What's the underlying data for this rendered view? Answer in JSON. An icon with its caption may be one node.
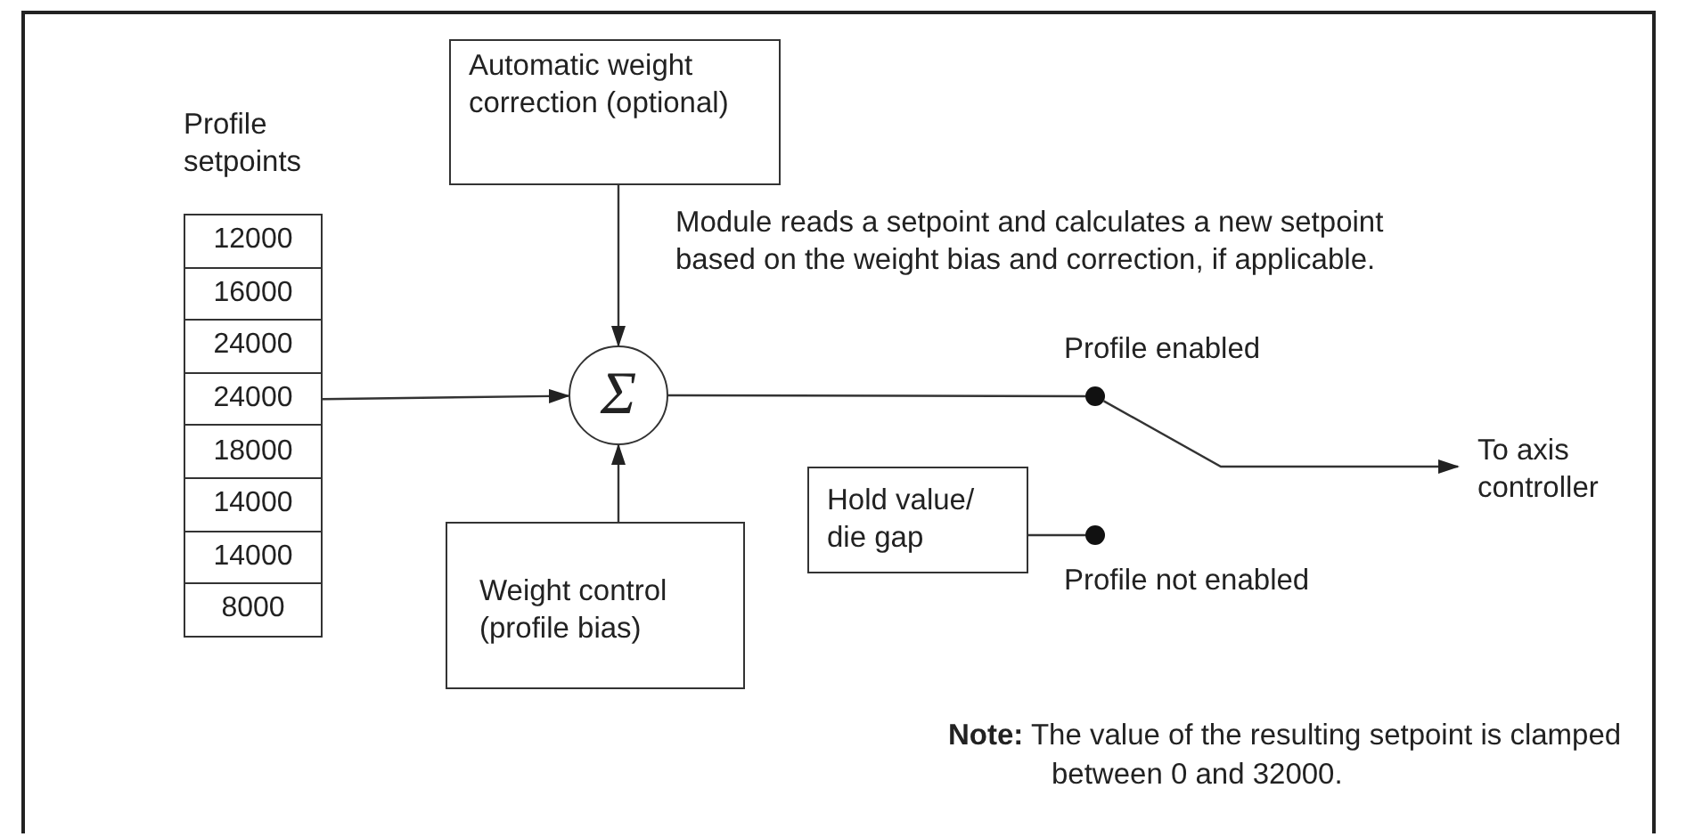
{
  "diagram": {
    "nodes": [
      {
        "text": [
          "Profile setpoints"
        ]
      },
      {
        "text": [
          "12000"
        ],
        "in": 0
      },
      {
        "text": [
          "16000"
        ],
        "in": 0
      },
      {
        "text": [
          "24000"
        ],
        "in": 0
      },
      {
        "text": [
          "24000"
        ],
        "in": 0
      },
      {
        "text": [
          "18000"
        ],
        "in": 0
      },
      {
        "text": [
          "14000"
        ],
        "in": 0
      },
      {
        "text": [
          "14000"
        ],
        "in": 0
      },
      {
        "text": [
          "8000"
        ],
        "in": 0
      },
      {
        "text": [
          "Automatic weight correction (optional)"
        ]
      },
      {
        "text": [
          "Σ"
        ]
      },
      {
        "text": [
          "Weight control (profile bias)"
        ]
      },
      {
        "text": [],
        "shape": "circle",
        "beside": [
          "Profile enabled"
        ]
      },
      {
        "text": [],
        "shape": "circle",
        "beside": [
          "Profile not enabled"
        ]
      },
      {
        "text": [
          "Hold value/ die gap"
        ]
      },
      {
        "text": [
          "To axis controller"
        ]
      }
    ],
    "edges": [
      {
        "from": 4,
        "to": 10,
        "arrow": "to"
      },
      {
        "from": 9,
        "to": 10,
        "arrow": "to"
      },
      {
        "from": 11,
        "to": 10,
        "arrow": "to"
      },
      {
        "from": 10,
        "to": 12,
        "arrow": "none"
      },
      {
        "from": 12,
        "to": 15,
        "arrow": "to"
      },
      {
        "from": 14,
        "to": 13,
        "arrow": "none"
      }
    ],
    "labels": [
      "Module reads a setpoint and calculates a new setpoint based on the weight bias and correction, if applicable.",
      "**Note:** The value of the resulting setpoint is clamped between 0 and 32000."
    ]
  }
}
